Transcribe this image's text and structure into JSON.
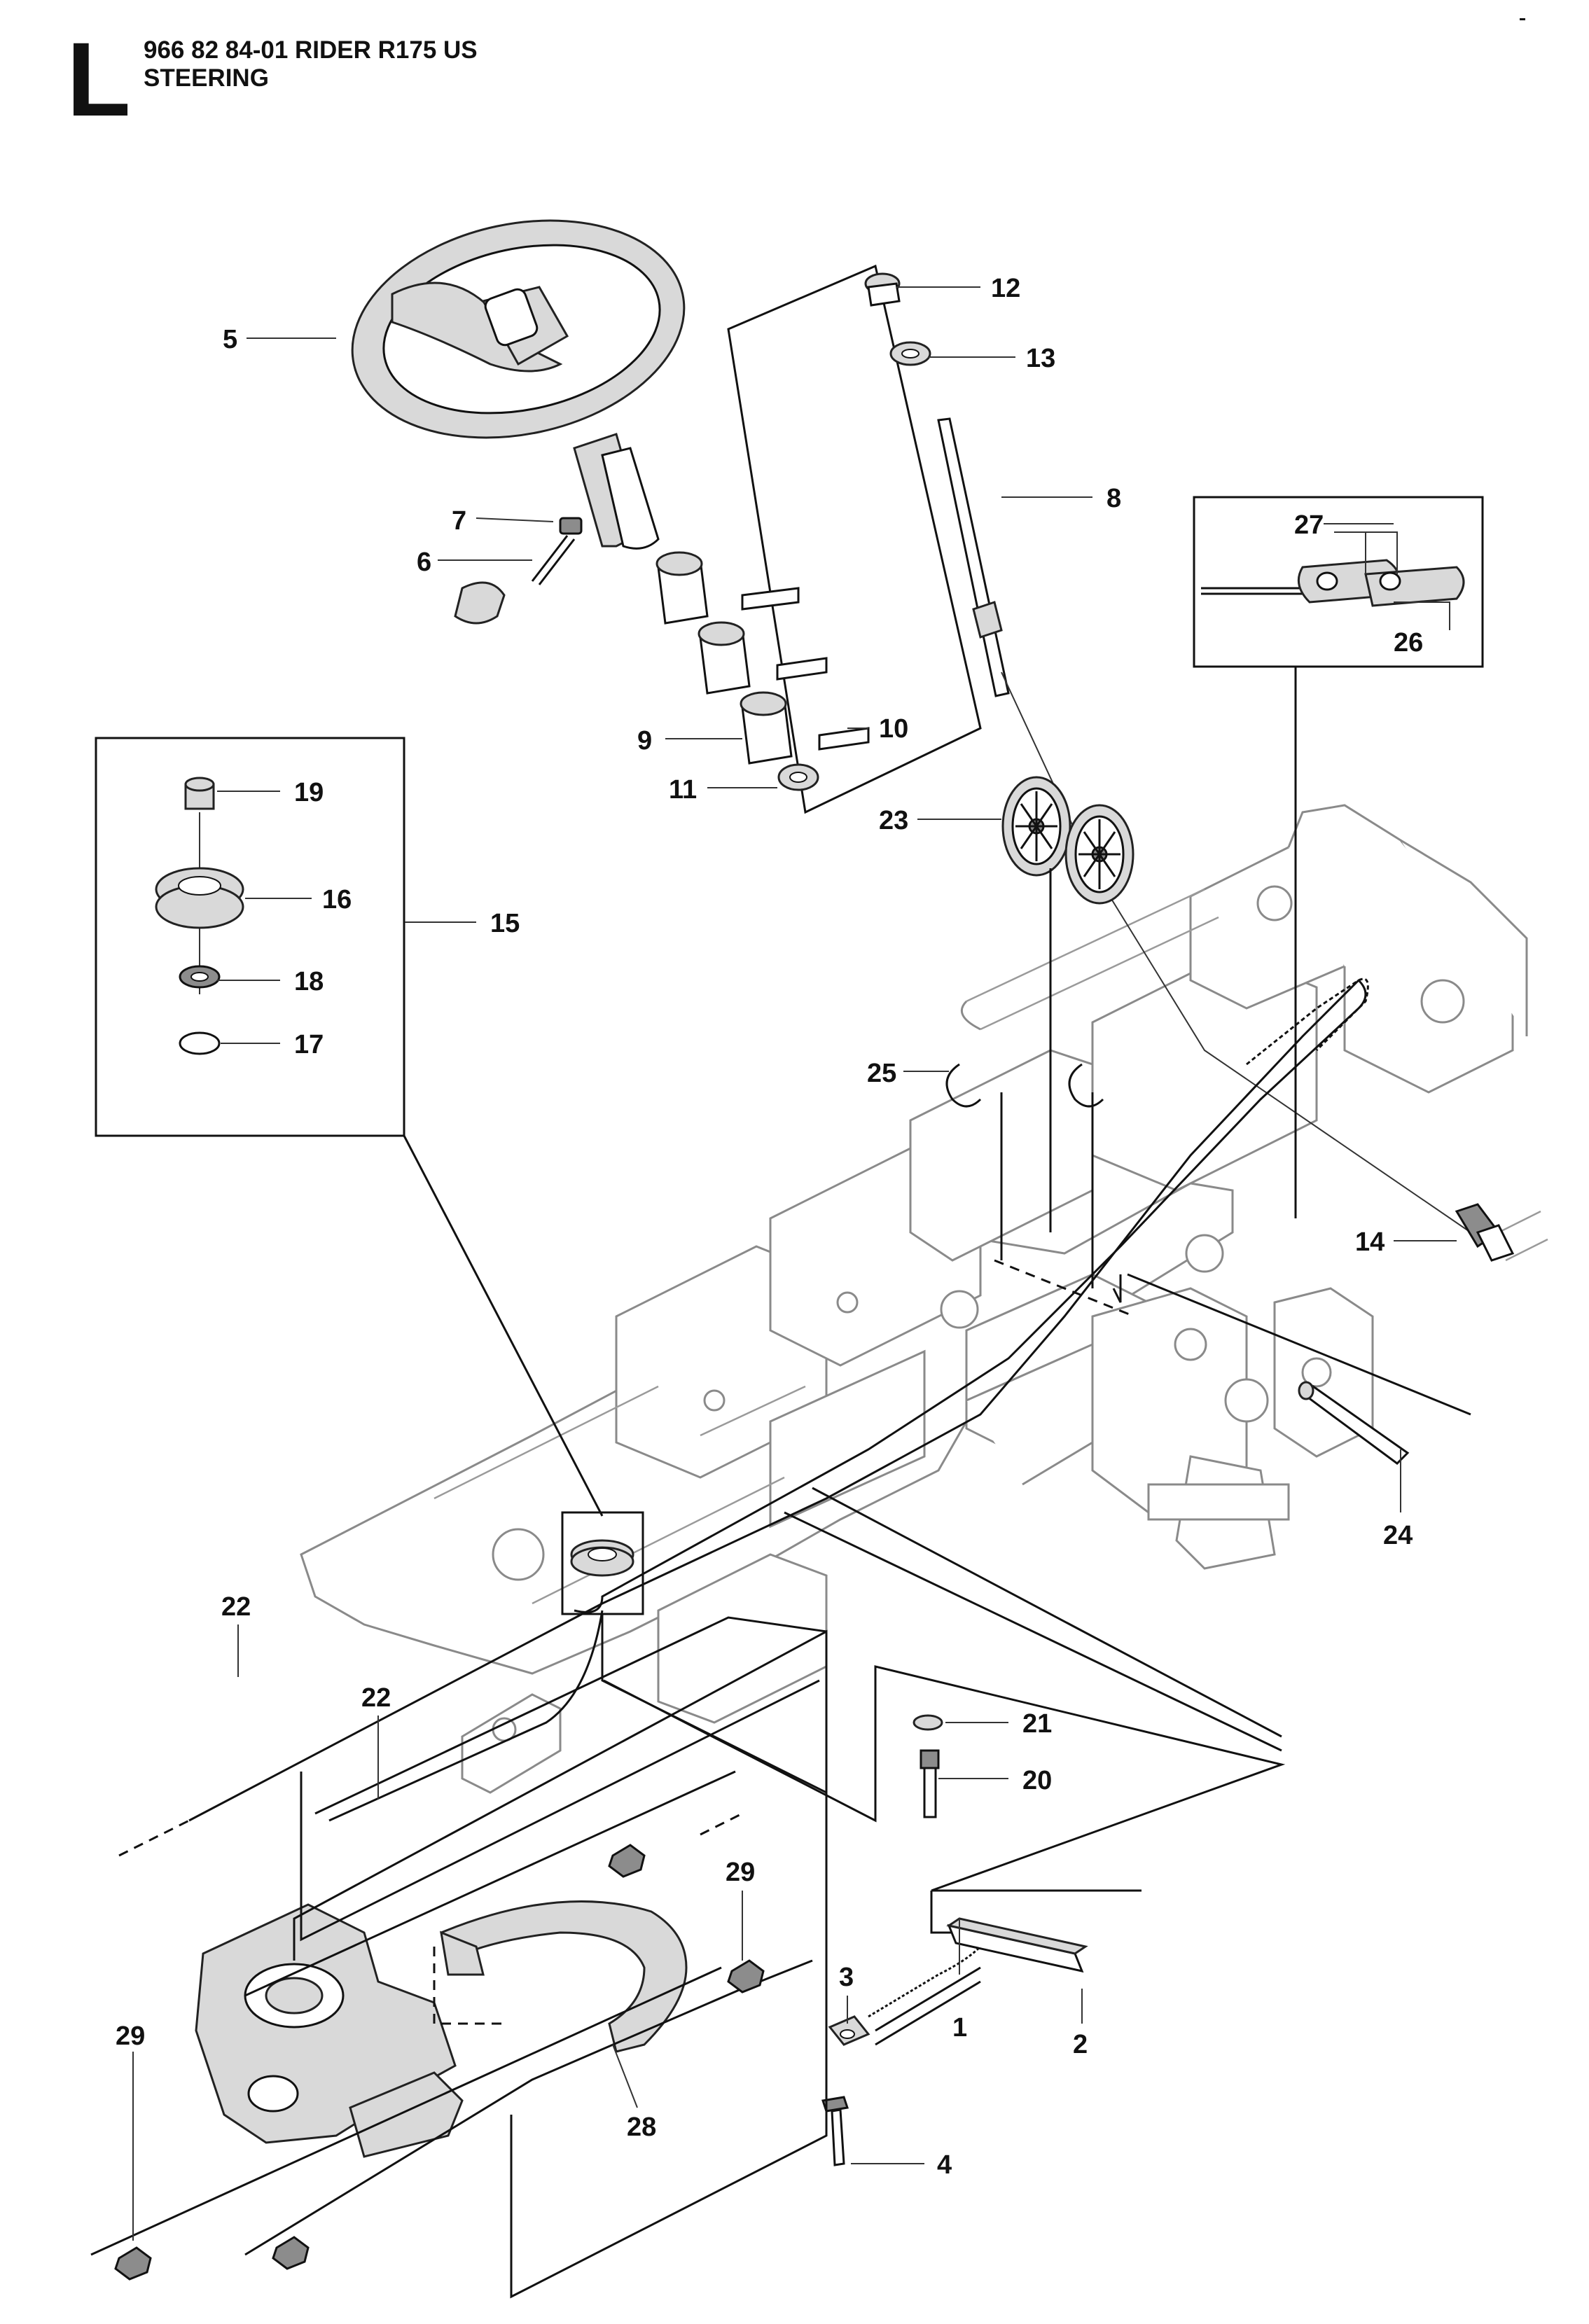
{
  "header": {
    "section_letter": "L",
    "part_number_line": "966 82 84-01 RIDER R175 US",
    "section_title": "STEERING"
  },
  "callouts": [
    {
      "id": "c1",
      "label": "1"
    },
    {
      "id": "c2",
      "label": "2"
    },
    {
      "id": "c3",
      "label": "3"
    },
    {
      "id": "c4",
      "label": "4"
    },
    {
      "id": "c5",
      "label": "5"
    },
    {
      "id": "c6",
      "label": "6"
    },
    {
      "id": "c7",
      "label": "7"
    },
    {
      "id": "c8",
      "label": "8"
    },
    {
      "id": "c9",
      "label": "9"
    },
    {
      "id": "c10",
      "label": "10"
    },
    {
      "id": "c11",
      "label": "11"
    },
    {
      "id": "c12",
      "label": "12"
    },
    {
      "id": "c13",
      "label": "13"
    },
    {
      "id": "c14",
      "label": "14"
    },
    {
      "id": "c15",
      "label": "15"
    },
    {
      "id": "c16",
      "label": "16"
    },
    {
      "id": "c17",
      "label": "17"
    },
    {
      "id": "c18",
      "label": "18"
    },
    {
      "id": "c19",
      "label": "19"
    },
    {
      "id": "c20",
      "label": "20"
    },
    {
      "id": "c21",
      "label": "21"
    },
    {
      "id": "c22a",
      "label": "22"
    },
    {
      "id": "c22b",
      "label": "22"
    },
    {
      "id": "c23",
      "label": "23"
    },
    {
      "id": "c24",
      "label": "24"
    },
    {
      "id": "c25",
      "label": "25"
    },
    {
      "id": "c26",
      "label": "26"
    },
    {
      "id": "c27",
      "label": "27"
    },
    {
      "id": "c28",
      "label": "28"
    },
    {
      "id": "c29a",
      "label": "29"
    },
    {
      "id": "c29b",
      "label": "29"
    }
  ]
}
